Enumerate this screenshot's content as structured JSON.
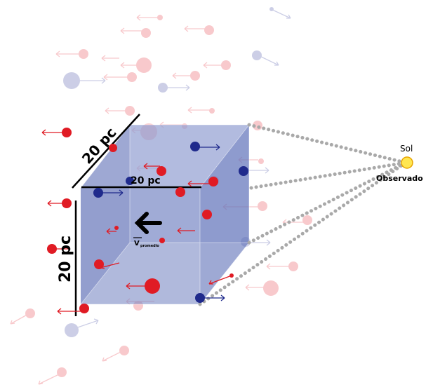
{
  "labels": {
    "depth": "20 pc",
    "width": "20 pc",
    "height": "20 pc",
    "sun": "Sol",
    "observer": "Observado",
    "velocity_symbol": "V",
    "velocity_sub": "promedio"
  },
  "colors": {
    "red": "#e01b24",
    "blue": "#1f2a8c",
    "red_faint": "#f5a3a8",
    "blue_faint": "#b5b8d8",
    "box_front": "#6f80c0",
    "box_side": "#2f4aa0",
    "box_top": "#8a97cc",
    "sun_fill": "#ffe650",
    "sun_stroke": "#e7a400",
    "sightline": "#a9a9a9"
  },
  "icons": {
    "velocity_arrow": "bold-left-arrow-icon",
    "sun": "sun-dot-icon"
  }
}
